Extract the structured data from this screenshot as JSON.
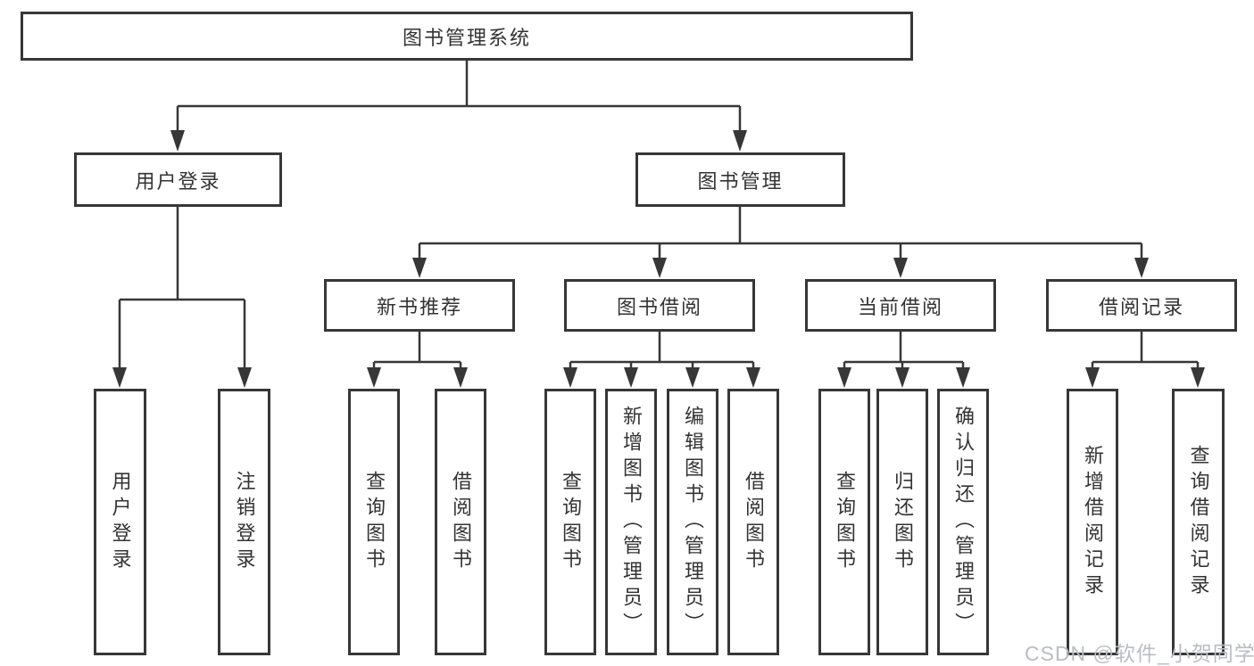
{
  "diagram": {
    "root": {
      "label": "图书管理系统"
    },
    "level2": [
      {
        "label": "用户登录"
      },
      {
        "label": "图书管理"
      }
    ],
    "level3": [
      {
        "label": "新书推荐"
      },
      {
        "label": "图书借阅"
      },
      {
        "label": "当前借阅"
      },
      {
        "label": "借阅记录"
      }
    ],
    "leaves": {
      "user_login": [
        "用户登录",
        "注销登录"
      ],
      "new_book_recommend": [
        "查询图书",
        "借阅图书"
      ],
      "book_borrow": [
        "查询图书",
        "新增图书（管理员）",
        "编辑图书（管理员）",
        "借阅图书"
      ],
      "current_borrow": [
        "查询图书",
        "归还图书",
        "确认归还（管理员）"
      ],
      "borrow_records": [
        "新增借阅记录",
        "查询借阅记录"
      ]
    }
  },
  "watermark": "CSDN @软件_小贺同学",
  "colors": {
    "line": "#373737",
    "box_border": "#373737",
    "text": "#333333",
    "watermark": "#b9bdc4",
    "background": "#ffffff"
  }
}
